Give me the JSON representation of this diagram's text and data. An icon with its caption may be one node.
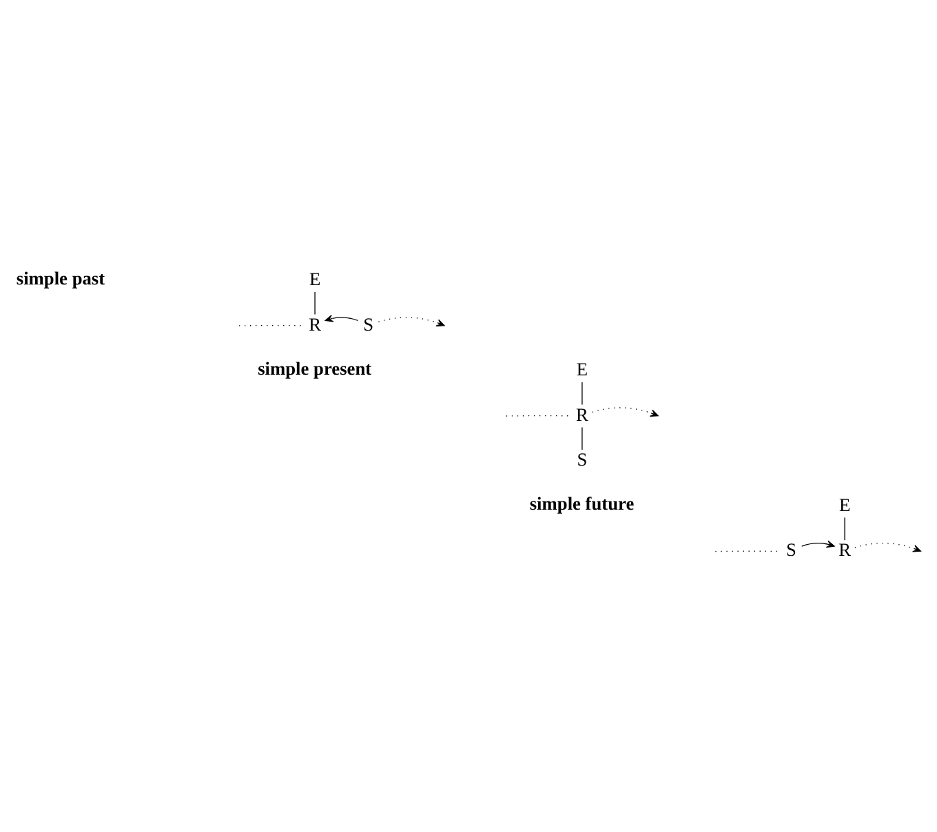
{
  "diagram": {
    "nodes": [
      {
        "text": [
          "E"
        ]
      },
      {
        "text": [
          "R"
        ]
      },
      {
        "text": [
          "S"
        ]
      },
      {
        "text": [
          "E"
        ]
      },
      {
        "text": [
          "R"
        ]
      },
      {
        "text": [
          "S"
        ]
      },
      {
        "text": [
          "E"
        ]
      },
      {
        "text": [
          "S"
        ]
      },
      {
        "text": [
          "R"
        ]
      }
    ],
    "edges": [
      {
        "from": 0,
        "to": 1,
        "arrow": "none"
      },
      {
        "from": 2,
        "to": 1,
        "arrow": "to"
      },
      {
        "from": null,
        "to": 1,
        "arrow": "none",
        "style": "dashed"
      },
      {
        "from": 2,
        "to": null,
        "arrow": "to",
        "style": "dashed"
      },
      {
        "from": 3,
        "to": 4,
        "arrow": "none"
      },
      {
        "from": 4,
        "to": 5,
        "arrow": "none"
      },
      {
        "from": null,
        "to": 4,
        "arrow": "none",
        "style": "dashed"
      },
      {
        "from": 4,
        "to": null,
        "arrow": "to",
        "style": "dashed"
      },
      {
        "from": 6,
        "to": 8,
        "arrow": "none"
      },
      {
        "from": 7,
        "to": 8,
        "arrow": "to"
      },
      {
        "from": null,
        "to": 7,
        "arrow": "none",
        "style": "dashed"
      },
      {
        "from": 8,
        "to": null,
        "arrow": "to",
        "style": "dashed"
      }
    ],
    "labels": [
      "simple past",
      "simple present",
      "simple future"
    ]
  }
}
